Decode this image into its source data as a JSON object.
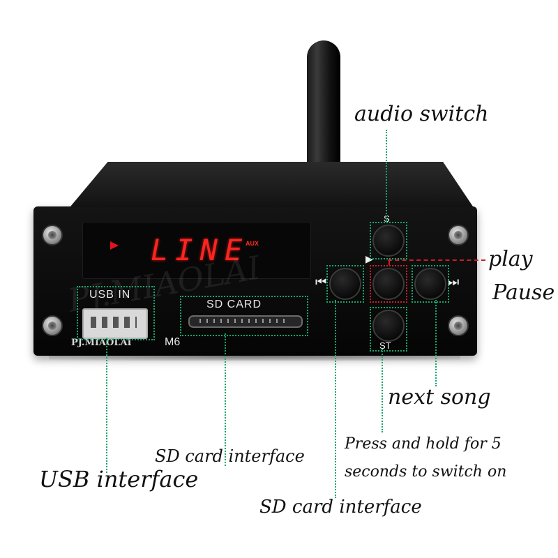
{
  "device": {
    "display_text": "LINE",
    "display_indicator": "AUX",
    "usb_label": "USB IN",
    "sd_label": "SD CARD",
    "brand": "PJ.MIAOLAI",
    "model": "M6",
    "button_s_label": "S",
    "button_st_label": "ST",
    "play_glyph": "▶",
    "prev_glyph": "⏮",
    "next_glyph": "⏭",
    "watermark": "PJ.MIAOLAI"
  },
  "annotations": {
    "audio_switch": "audio switch",
    "play": "play",
    "pause": "Pause",
    "next_song": "next song",
    "press_hold_line1": "Press and hold for 5",
    "press_hold_line2": "seconds to switch on",
    "sd_card_interface_upper": "SD card interface",
    "usb_interface": "USB interface",
    "sd_card_interface_lower": "SD card interface"
  },
  "colors": {
    "annotation_green": "#17a66a",
    "annotation_red": "#c81e2b",
    "display_red": "#ff2420"
  }
}
